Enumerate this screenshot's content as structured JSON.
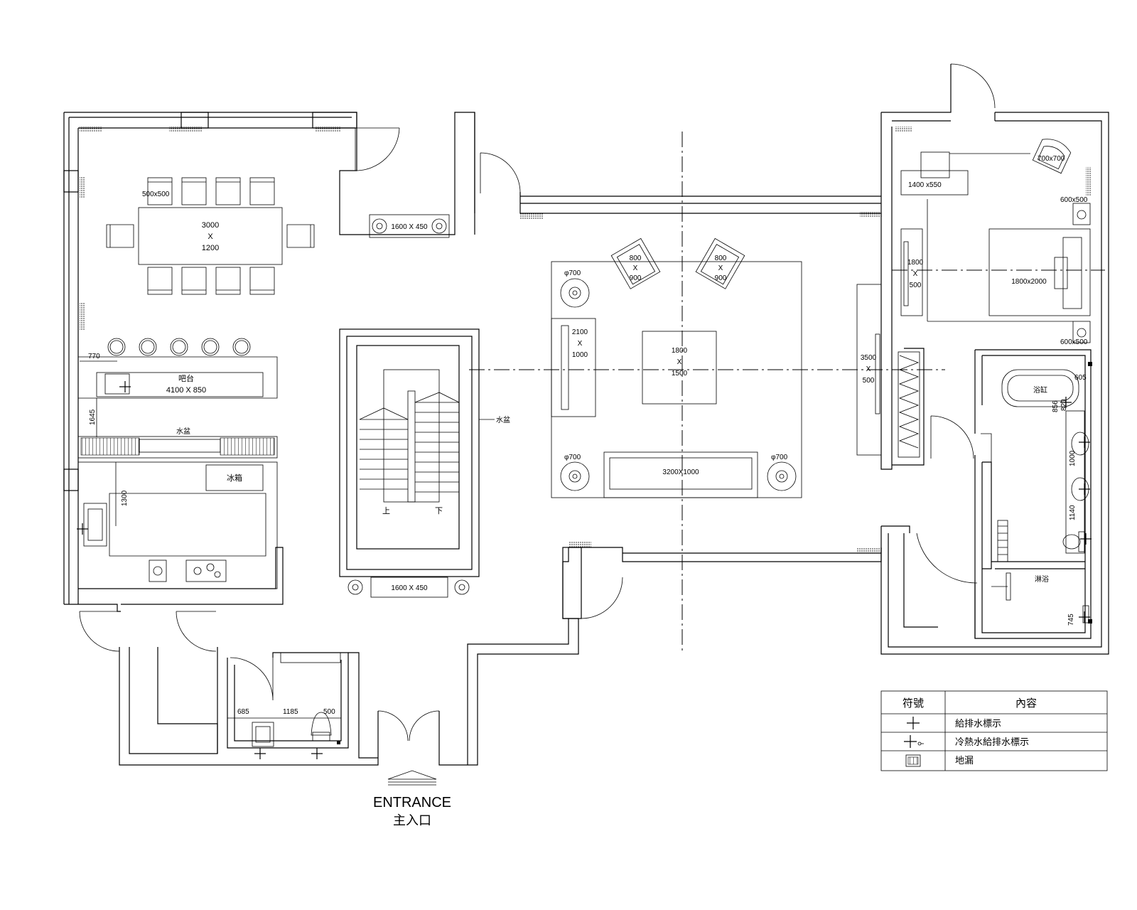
{
  "labels": {
    "dining_table": "3000\nX\n1200",
    "chair_size": "500x500",
    "bar_counter": "吧台",
    "bar_size": "4100 X 850",
    "dim_770": "770",
    "dim_1645": "1645",
    "cabinet_top": "水盆",
    "fridge": "冰箱",
    "dim_1300": "1300",
    "stair_up": "上",
    "stair_down": "下",
    "stair_note": "水盆",
    "planter_top": "1600 X 450",
    "planter_bottom": "1600 X 450",
    "armchair_l": "800\nX\n900",
    "armchair_r": "800\nX\n900",
    "lamp_tl": "φ700",
    "lamp_bl": "φ700",
    "lamp_br": "φ700",
    "sofa_left": "2100\nX\n1000",
    "coffee_table": "1800\nX\n1500",
    "sofa_main": "3200X1000",
    "tv_cabinet": "3500\nX\n500",
    "desk": "1400 x550",
    "lounge_chair": "700x700",
    "nightstand_top": "600x500",
    "nightstand_bottom": "600x500",
    "bed": "1800x2000",
    "wardrobe": "1800\nX\n500",
    "bathtub": "浴缸",
    "dim_605": "605",
    "dim_820": "820",
    "dim_856": "856",
    "dim_1000": "1000",
    "dim_1140": "1140",
    "shower": "淋浴",
    "dim_745": "745",
    "wc_dim_685": "685",
    "wc_dim_1185": "1185",
    "wc_dim_500": "500",
    "entrance_en": "ENTRANCE",
    "entrance_cn": "主入口"
  },
  "legend": {
    "header_symbol": "符號",
    "header_content": "內容",
    "rows": [
      {
        "symbol": "plus-icon",
        "text": "給排水標示"
      },
      {
        "symbol": "plus-hot-cold-icon",
        "text": "冷熱水給排水標示"
      },
      {
        "symbol": "floor-drain-icon",
        "text": "地漏"
      }
    ]
  }
}
